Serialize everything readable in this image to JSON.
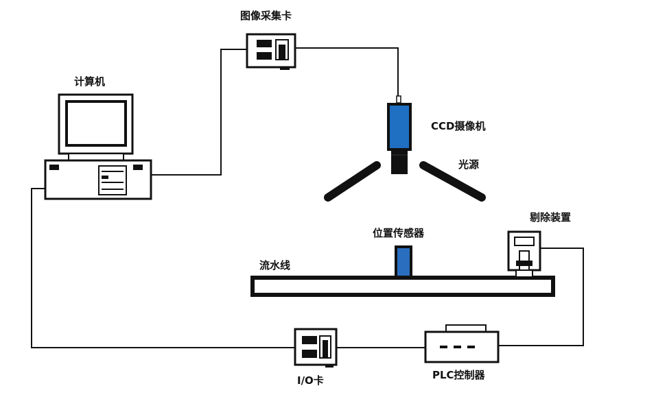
{
  "labels": {
    "frame_grabber": "图像采集卡",
    "computer": "计算机",
    "ccd_camera": "CCD摄像机",
    "light_source": "光源",
    "reject_device": "剔除装置",
    "position_sensor": "位置传感器",
    "conveyor": "流水线",
    "io_card": "I/O卡",
    "plc": "PLC控制器"
  },
  "colors": {
    "line": "#111111",
    "camera_blue": "#1f6fc2",
    "sensor_blue": "#2a6fbf",
    "background": "#ffffff"
  }
}
